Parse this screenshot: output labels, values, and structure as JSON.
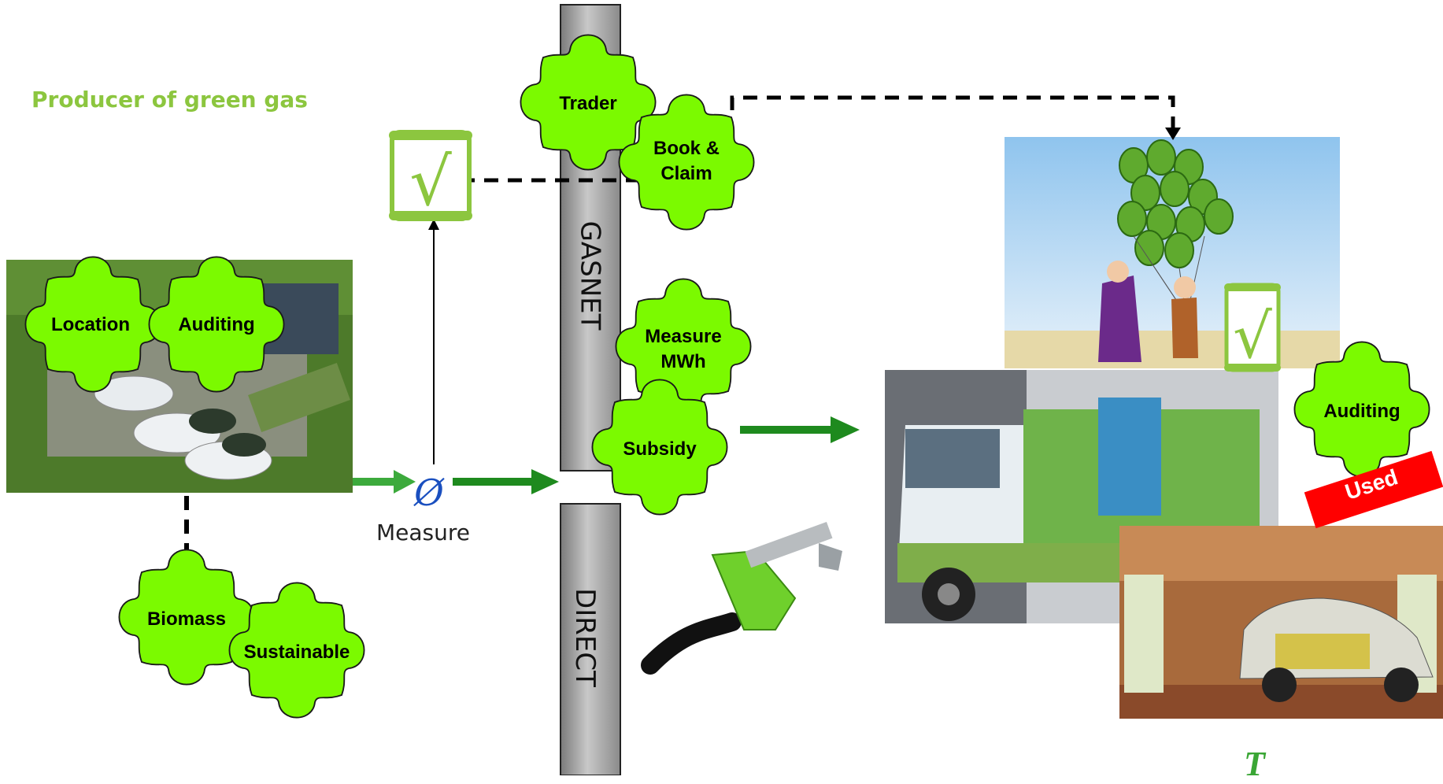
{
  "title": "Producer of green gas",
  "measure": {
    "label": "Measure",
    "symbol": "Ø"
  },
  "pipes": {
    "top_label": "GASNET",
    "bottom_label": "DIRECT"
  },
  "pieces": {
    "location": "Location",
    "auditing_left": "Auditing",
    "biomass": "Biomass",
    "sustainable": "Sustainable",
    "trader": "Trader",
    "book_claim_line1": "Book &",
    "book_claim_line2": "Claim",
    "measure_mwh_line1": "Measure",
    "measure_mwh_line2": "MWh",
    "subsidy": "Subsidy",
    "auditing_right": "Auditing"
  },
  "certificate_symbol": "√",
  "used_label": "Used",
  "logo_text": "T",
  "colors": {
    "puzzle_green": "#7bfa00",
    "title_green": "#8cc63f",
    "arrow_green": "#1e8a1e",
    "used_red": "#ff0000",
    "pipe_grey": "#a8a8a8"
  }
}
